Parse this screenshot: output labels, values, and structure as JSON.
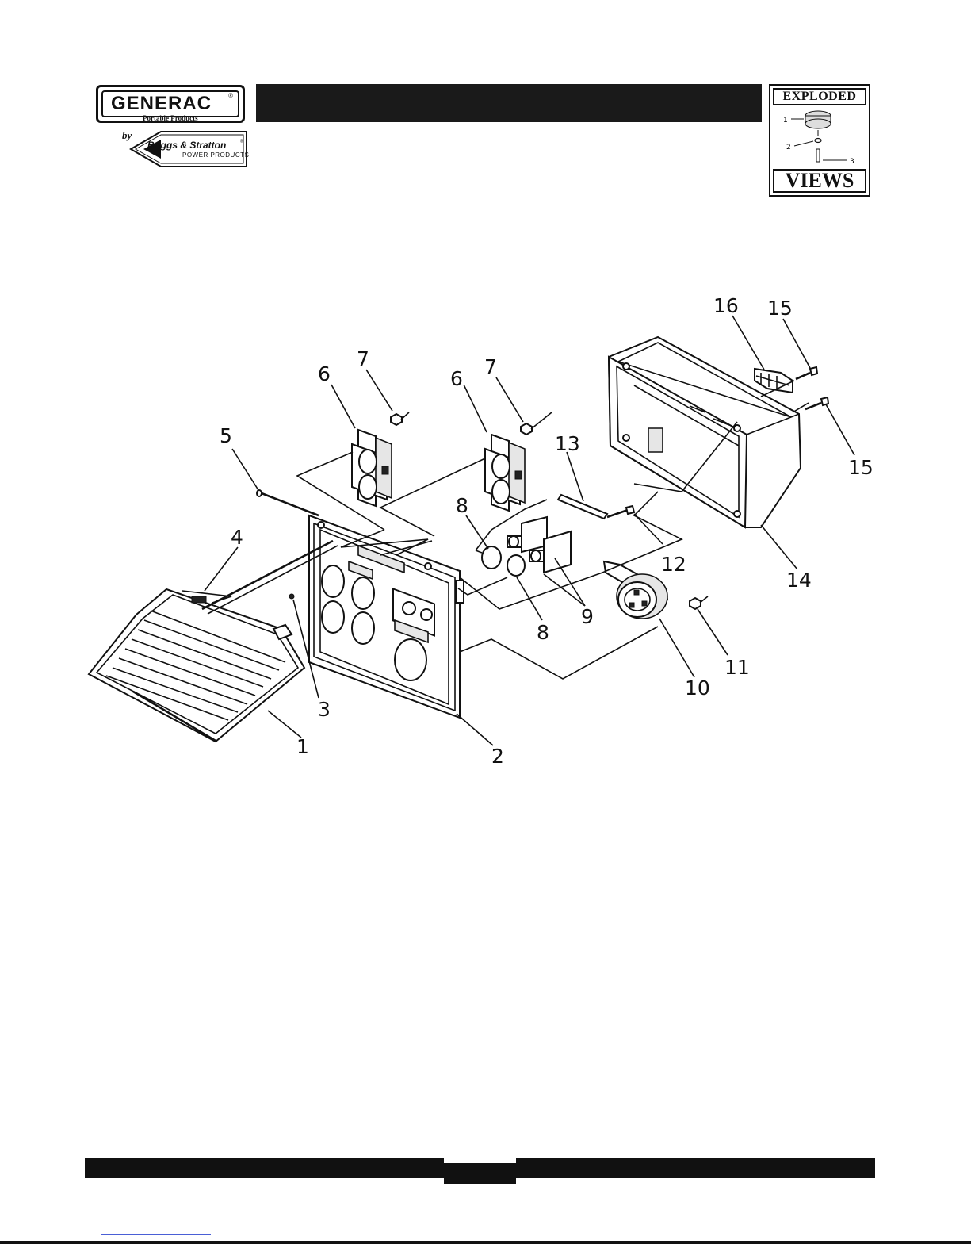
{
  "header": {
    "brand": "GENERAC",
    "brand_sub": "Portable Products",
    "by_text": "by",
    "partner_name": "Briggs & Stratton",
    "partner_sub": "POWER PRODUCTS",
    "registered_mark": "®"
  },
  "badge": {
    "top_word": "EXPLODED",
    "bottom_word": "VIEWS",
    "mini_callouts": [
      "1",
      "2",
      "3"
    ]
  },
  "callouts": {
    "c1": "1",
    "c2": "2",
    "c3": "3",
    "c4": "4",
    "c5": "5",
    "c6a": "6",
    "c6b": "6",
    "c7a": "7",
    "c7b": "7",
    "c8a": "8",
    "c8b": "8",
    "c9": "9",
    "c10": "10",
    "c11": "11",
    "c12": "12",
    "c13": "13",
    "c14": "14",
    "c15a": "15",
    "c15b": "15",
    "c16": "16"
  }
}
